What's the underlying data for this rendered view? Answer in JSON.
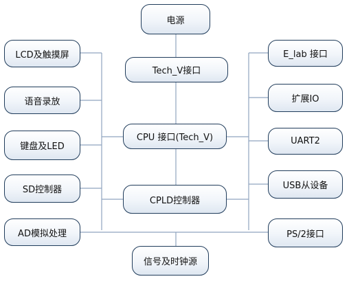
{
  "nodes": {
    "power": "电源",
    "tech_v_interface": "Tech_V接口",
    "cpu_interface": "CPU 接口(Tech_V)",
    "cpld_controller": "CPLD控制器",
    "signal_clock_source": "信号及时钟源",
    "lcd_touchscreen": "LCD及触摸屏",
    "voice_record_play": "语音录放",
    "keypad_led": "键盘及LED",
    "sd_controller": "SD控制器",
    "ad_analog_processing": "AD模拟处理",
    "e_lab_interface": "E_lab 接口",
    "expansion_io": "扩展IO",
    "uart2": "UART2",
    "usb_slave_device": "USB从设备",
    "ps2_interface": "PS/2接口"
  }
}
